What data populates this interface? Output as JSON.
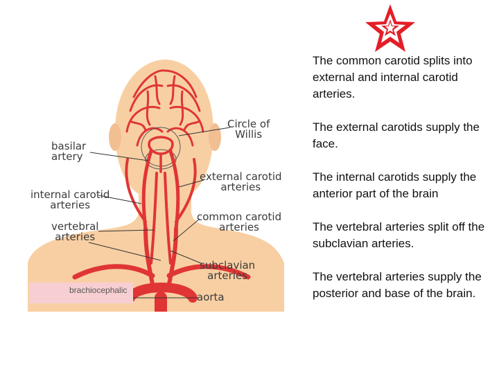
{
  "labels": {
    "circle_of_willis": [
      "Circle of",
      "Willis"
    ],
    "basilar_artery": [
      "basilar",
      "artery"
    ],
    "external_carotid": [
      "external carotid",
      "arteries"
    ],
    "internal_carotid": [
      "internal carotid",
      "arteries"
    ],
    "vertebral": [
      "vertebral",
      "arteries"
    ],
    "common_carotid": [
      "common carotid",
      "arteries"
    ],
    "subclavian": [
      "subclavian",
      "arteries"
    ],
    "aorta": "aorta",
    "brachiocephalic": "brachiocephalic"
  },
  "notes": [
    "The common carotid splits into external and internal carotid arteries.",
    "The external carotids supply the face.",
    "The internal carotids supply the anterior part of the brain",
    "The vertebral arteries split off the subclavian arteries.",
    "The vertebral arteries supply the posterior and base of the brain."
  ],
  "colors": {
    "skin": "#f8cfa3",
    "artery": "#e03535",
    "star": "#e41e26",
    "highlight_box": "#f7cfd2"
  },
  "icons": {
    "star": "red-star-icon"
  }
}
